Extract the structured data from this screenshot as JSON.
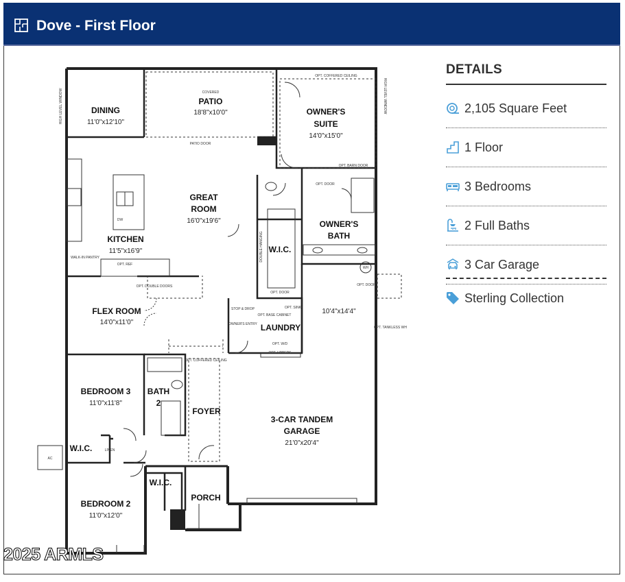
{
  "header": {
    "title": "Dove - First Floor"
  },
  "details": {
    "title": "DETAILS",
    "items": [
      {
        "icon": "square-feet-icon",
        "label": "2,105 Square Feet"
      },
      {
        "icon": "stairs-icon",
        "label": "1 Floor"
      },
      {
        "icon": "bed-icon",
        "label": "3 Bedrooms"
      },
      {
        "icon": "shower-icon",
        "label": "2 Full Baths"
      },
      {
        "icon": "car-icon",
        "label": "3 Car Garage"
      },
      {
        "icon": "tag-icon",
        "label": "Sterling Collection"
      }
    ]
  },
  "watermark": "2025 ARMLS",
  "plan": {
    "rooms": [
      {
        "name": "DINING",
        "dim": "11'0\"x12'10\""
      },
      {
        "name": "PATIO",
        "sub": "COVERED",
        "dim": "18'8\"x10'0\""
      },
      {
        "name": "OWNER'S SUITE",
        "line1": "OWNER'S",
        "line2": "SUITE",
        "dim": "14'0\"x15'0\""
      },
      {
        "name": "GREAT ROOM",
        "line1": "GREAT",
        "line2": "ROOM",
        "dim": "16'0\"x19'6\""
      },
      {
        "name": "KITCHEN",
        "dim": "11'5\"x16'9\""
      },
      {
        "name": "OWNER'S BATH",
        "line1": "OWNER'S",
        "line2": "BATH"
      },
      {
        "name": "W.I.C."
      },
      {
        "name": "FLEX ROOM",
        "dim": "14'0\"x11'0\""
      },
      {
        "name": "LAUNDRY"
      },
      {
        "name": "BEDROOM 3",
        "dim": "11'0\"x11'8\""
      },
      {
        "name": "BATH 2",
        "line1": "BATH",
        "line2": "2"
      },
      {
        "name": "FOYER"
      },
      {
        "name": "3-CAR TANDEM GARAGE",
        "line1": "3-CAR TANDEM",
        "line2": "GARAGE",
        "dim": "21'0\"x20'4\""
      },
      {
        "name": "W.I.C."
      },
      {
        "name": "BEDROOM 2",
        "dim": "11'0\"x12'0\""
      },
      {
        "name": "W.I.C."
      },
      {
        "name": "PORCH"
      }
    ],
    "notes": {
      "ext_dim": "10'4\"x14'4\"",
      "ac": "AC",
      "patio_door": "PATIO DOOR",
      "walk_in_pantry": "WALK-IN PANTRY",
      "opt_ref": "OPT. REF",
      "opt_double_doors": "OPT. DOUBLE DOORS",
      "stop_drop": "STOP & DROP",
      "owners_entry": "OWNER'S ENTRY",
      "opt_coffered": "OPT. COFFERED CEILING",
      "opt_coffered_suite": "OPT. COFFERED CEILING",
      "opt_barn_door": "OPT. BARN DOOR",
      "opt_door": "OPT. DOOR",
      "opt_tankless": "OPT. TANKLESS WH",
      "double_hanging": "DOUBLE HANGING",
      "opt_wd": "OPT. W/D",
      "opt_uppers": "OPT. UPPERS",
      "opt_base_cab": "OPT. BASE CABINET",
      "opt_sink": "OPT. SINK",
      "linen": "LINEN",
      "high_level_window": "HIGH LEVEL WINDOW",
      "wh": "WH",
      "dw": "DW"
    }
  }
}
